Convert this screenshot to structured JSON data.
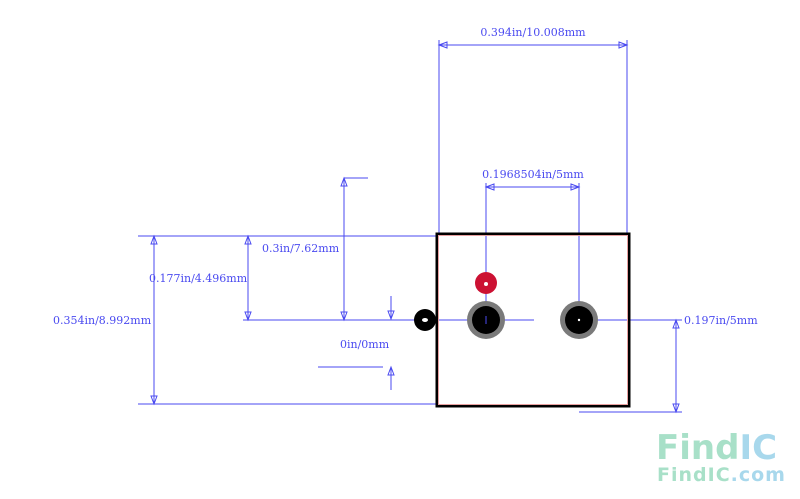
{
  "colors": {
    "dimension": "#4a4af0",
    "outline": "#000000",
    "outline_inner": "#e8a0a0",
    "pad_ring": "#7a7a7a",
    "pad_core": "#000000",
    "pin1_marker": "#cc1133",
    "watermark_green": "#a8e0c8",
    "watermark_blue": "#a8d8ec"
  },
  "dimensions": {
    "overall_width": "0.394in/10.008mm",
    "pad_pitch": "0.1968504in/5mm",
    "height_to_pads": "0.3in/7.62mm",
    "half_height": "0.177in/4.496mm",
    "overall_height": "0.354in/8.992mm",
    "origin": "0in/0mm",
    "pad_offset": "0.197in/5mm"
  },
  "watermark": {
    "logo_part1": "Find",
    "logo_part2": "IC",
    "url_part1": "FindIC",
    "url_part2": ".com"
  }
}
